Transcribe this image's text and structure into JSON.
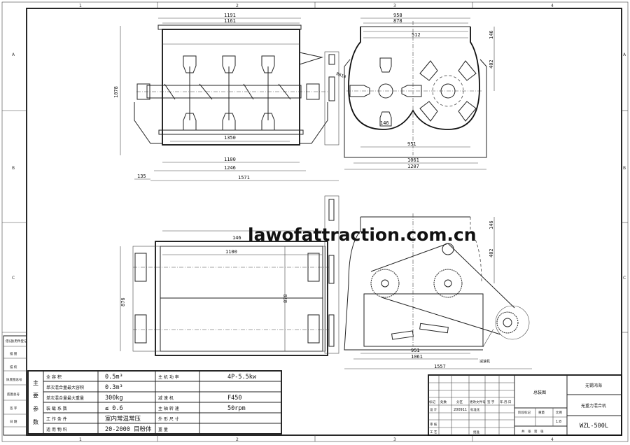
{
  "grid": {
    "columns": [
      "1",
      "2",
      "3",
      "4"
    ],
    "rows": [
      "A",
      "B",
      "C"
    ]
  },
  "side_strip": [
    "借(通)用件登记",
    "描 图",
    "描 校",
    "旧底图总号",
    "底图总号",
    "签 字",
    "日 期"
  ],
  "watermark": "lawofattraction.com.cn",
  "front_view": {
    "dims": {
      "top_outer": "1191",
      "top_inner": "1161",
      "height": "1078",
      "shaft": "1350",
      "base_inner": "1100",
      "base_outer": "1246",
      "overhang": "135",
      "total": "1571",
      "radius": "R610"
    }
  },
  "side_view": {
    "dims": {
      "top_outer": "958",
      "top_inner": "878",
      "centers": "512",
      "top_h": "146",
      "mid_h": "402",
      "blade": "146",
      "discharge": "951",
      "base_inner": "1061",
      "base_outer": "1207"
    }
  },
  "plan_view": {
    "dims": {
      "offset": "146",
      "length": "1100",
      "width_outer": "876",
      "width_inner": "878"
    }
  },
  "end_view": {
    "dims": {
      "top_h": "146",
      "mid_h": "402",
      "discharge": "951",
      "base": "1061",
      "total": "1557"
    },
    "label_reducer": "减速机"
  },
  "params": {
    "side_title": [
      "主",
      "要",
      "参",
      "数"
    ],
    "rows": [
      {
        "label": "全 容 积",
        "value": "0.5m³",
        "label2": "主 机 功 率",
        "value2": "4P-5.5kw"
      },
      {
        "label": "单次混合量最大容积",
        "value": "0.3m³",
        "label2": "",
        "value2": ""
      },
      {
        "label": "单次混合量最大重量",
        "value": "300kg",
        "label2": "减 速 机",
        "value2": "F450"
      },
      {
        "label": "装 载 系 数",
        "value": "≤ 0.6",
        "label2": "主 轴 转 速",
        "value2": "50rpm"
      },
      {
        "label": "工 作 条 件",
        "value": "室内常温常压",
        "label2": "外 形 尺 寸",
        "value2": ""
      },
      {
        "label": "适 用 物 料",
        "value": "20-2000 目粉体",
        "label2": "重 量",
        "value2": ""
      }
    ]
  },
  "title_block": {
    "headers": [
      "标记",
      "处数",
      "分区",
      "更改文件号",
      "签 字",
      "年.月.日"
    ],
    "designer_label": "设 计",
    "date": "200911",
    "standard_label": "标准化",
    "review_label": "审 核",
    "process_label": "工 艺",
    "approve_label": "批准",
    "stage_label": "阶段标记",
    "weight_label": "重量",
    "scale_label": "比例",
    "scale": "1:8",
    "sheets": "共　张　第　张",
    "drawing_name": "总装图",
    "company": "无锡鸿海",
    "product": "无重力混合机",
    "model": "WZL-500L"
  }
}
